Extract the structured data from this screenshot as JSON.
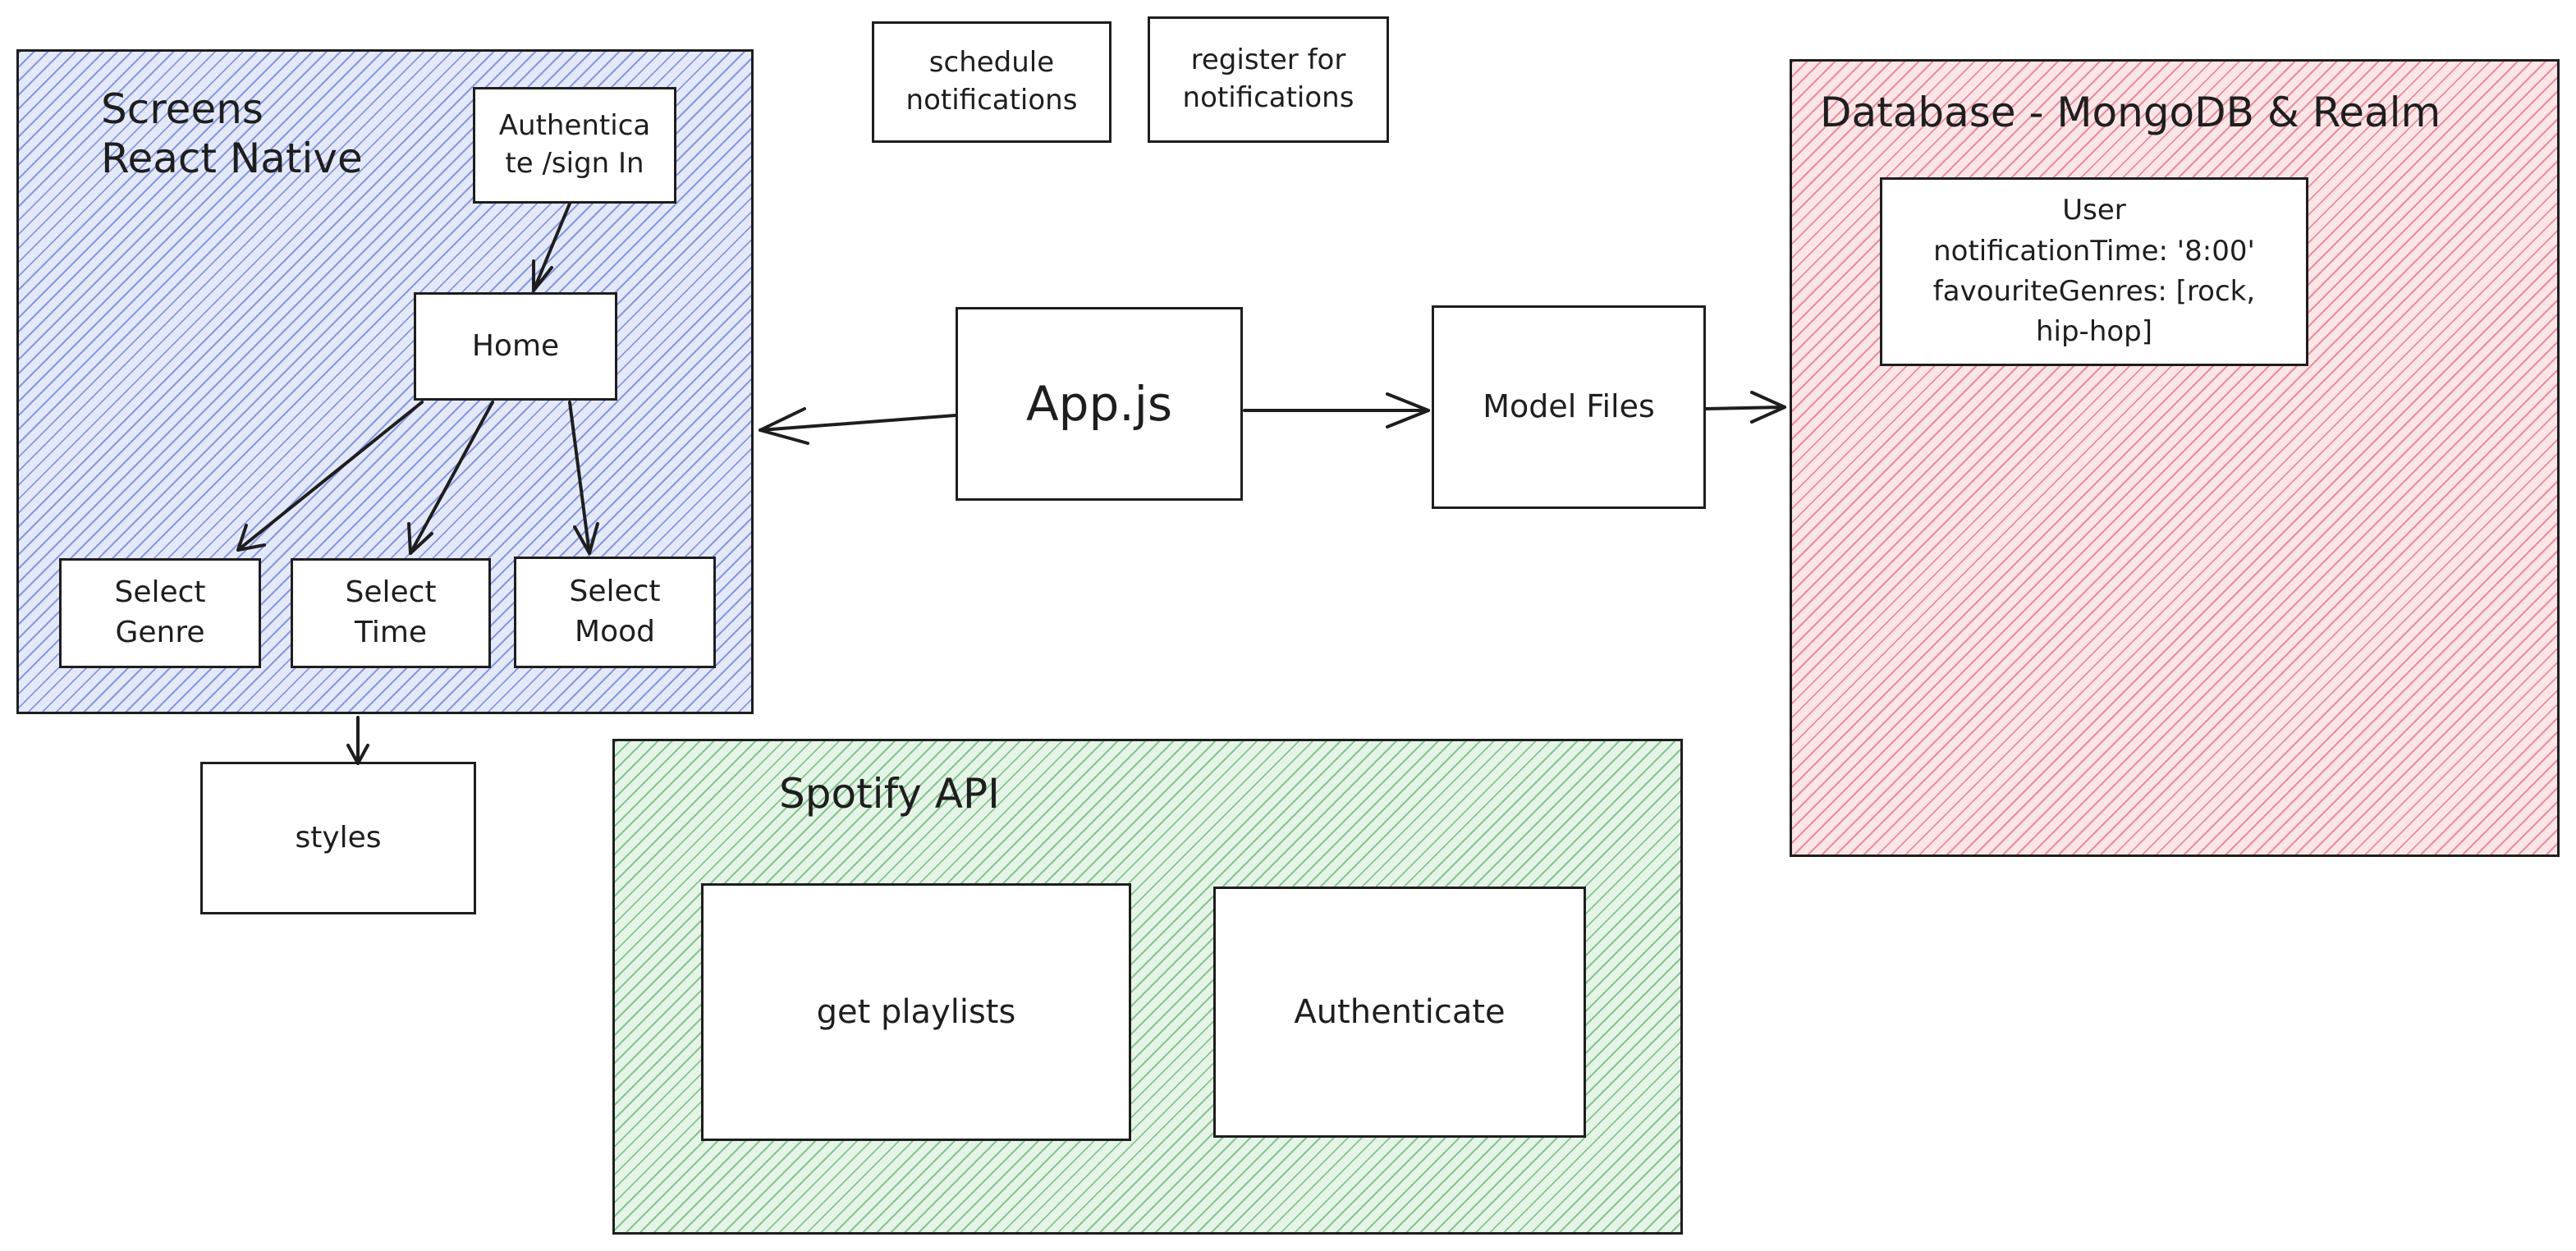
{
  "regions": {
    "screens": {
      "title": "Screens\nReact Native",
      "color": "#4a5fd0"
    },
    "spotify": {
      "title": "Spotify API",
      "color": "#3aa556"
    },
    "database": {
      "title": "Database - MongoDB & Realm",
      "color": "#e0566a"
    }
  },
  "nodes": {
    "authenticate_sign_in": "Authentica\nte /sign In",
    "home": "Home",
    "select_genre": "Select\nGenre",
    "select_time": "Select\nTime",
    "select_mood": "Select\nMood",
    "styles": "styles",
    "schedule_notifications": "schedule\nnotifications",
    "register_notifications": "register for\nnotifications",
    "app_js": "App.js",
    "model_files": "Model Files",
    "user_schema": "User\nnotificationTime: '8:00'\nfavouriteGenres: [rock,\nhip-hop]",
    "get_playlists": "get playlists",
    "spotify_authenticate": "Authenticate"
  }
}
